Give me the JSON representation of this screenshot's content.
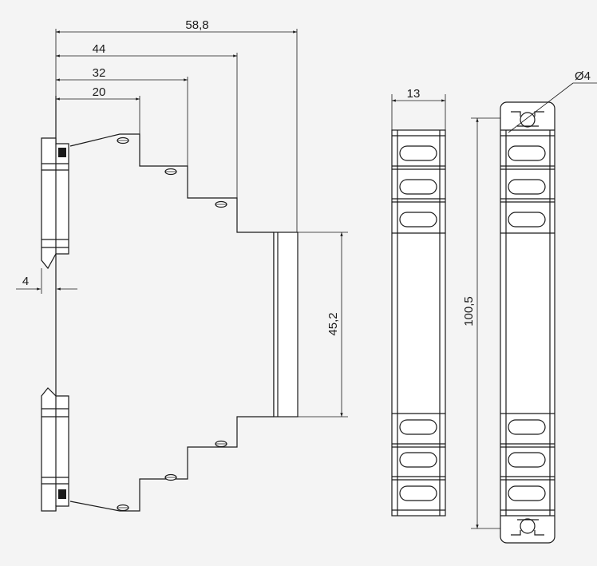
{
  "dimensions": {
    "width_total": "58,8",
    "width_44": "44",
    "width_32": "32",
    "width_20": "20",
    "offset_4": "4",
    "height_45_2": "45,2",
    "front_width": "13",
    "hole_dia_prefix": "Ø",
    "hole_dia_value": "4",
    "mount_height": "100,5"
  },
  "colors": {
    "line": "#1a1a1a",
    "background": "#f4f4f4",
    "body_fill": "#ffffff"
  }
}
